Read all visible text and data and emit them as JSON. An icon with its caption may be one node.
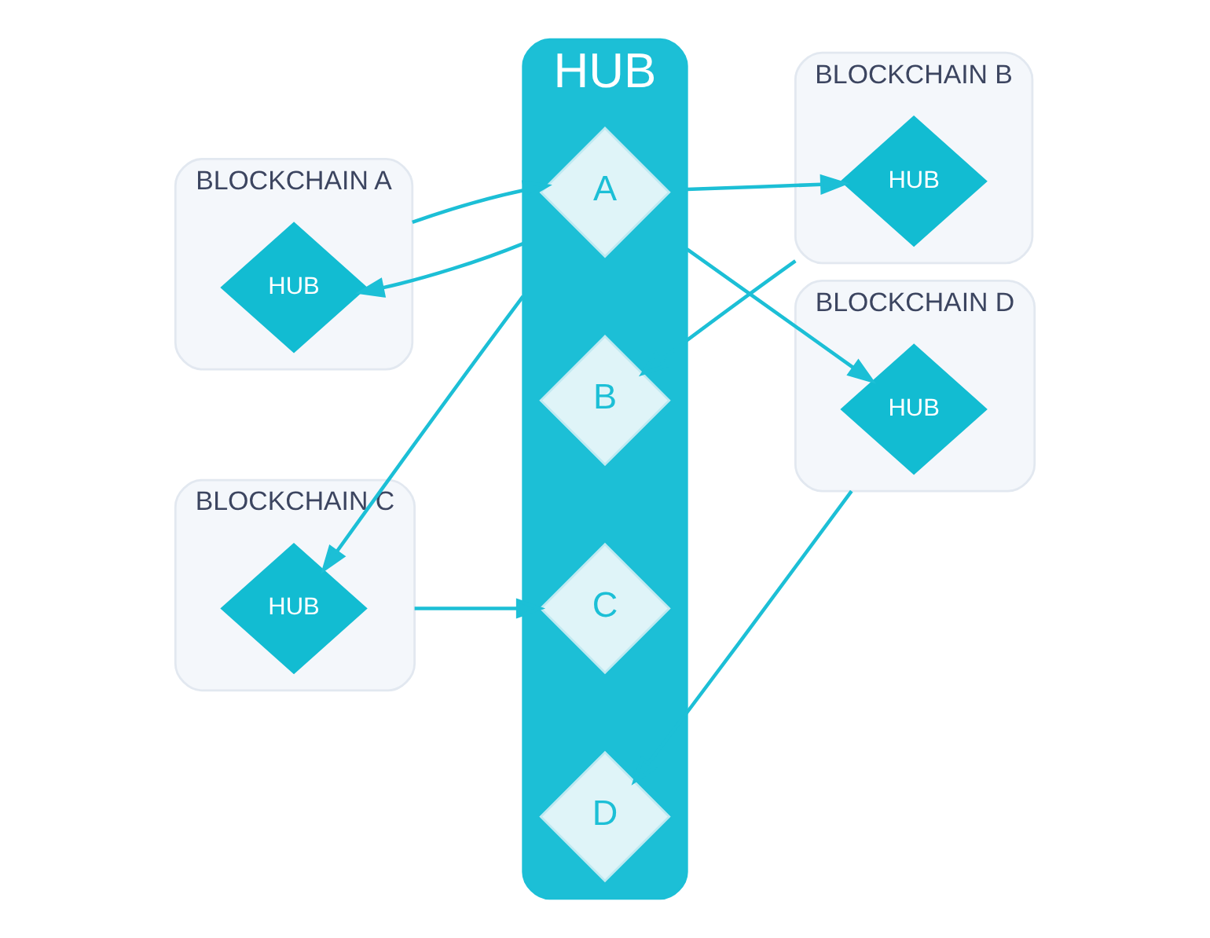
{
  "diagram": {
    "nodes": [
      {
        "text": [
          "BLOCKCHAIN A"
        ]
      },
      {
        "text": [
          "HUB"
        ],
        "in": 0
      },
      {
        "text": [
          "BLOCKCHAIN B"
        ]
      },
      {
        "text": [
          "HUB"
        ],
        "in": 2
      },
      {
        "text": [
          "HUB"
        ]
      },
      {
        "text": [
          "A"
        ],
        "in": 4
      },
      {
        "text": [
          "B"
        ],
        "in": 4
      },
      {
        "text": [
          "C"
        ],
        "in": 4
      },
      {
        "text": [
          "D"
        ],
        "in": 4
      },
      {
        "text": [
          "BLOCKCHAIN C"
        ]
      },
      {
        "text": [
          "HUB"
        ],
        "in": 9
      },
      {
        "text": [
          "BLOCKCHAIN D"
        ]
      },
      {
        "text": [
          "HUB"
        ],
        "in": 11
      }
    ],
    "edges": [
      {
        "from": 0,
        "to": 5,
        "arrow": "to"
      },
      {
        "from": 4,
        "to": 1,
        "arrow": "to"
      },
      {
        "from": 2,
        "to": 6,
        "arrow": "to"
      },
      {
        "from": 4,
        "to": 3,
        "arrow": "to"
      },
      {
        "from": 9,
        "to": 7,
        "arrow": "to"
      },
      {
        "from": 4,
        "to": 10,
        "arrow": "to"
      },
      {
        "from": 11,
        "to": 8,
        "arrow": "to"
      },
      {
        "from": 4,
        "to": 12,
        "arrow": "to"
      }
    ]
  }
}
